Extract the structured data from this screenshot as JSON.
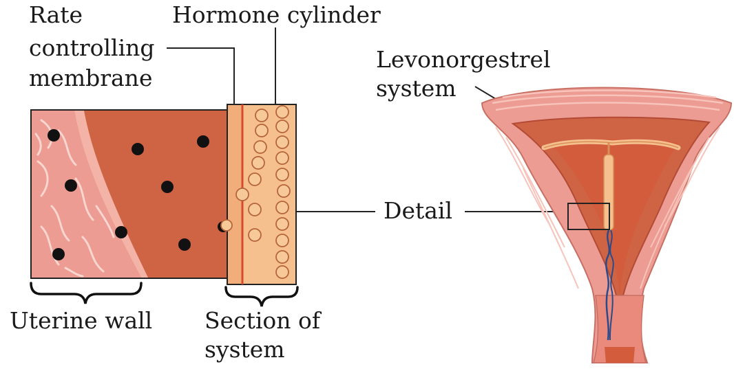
{
  "labels": {
    "rate_line1": "Rate",
    "rate_line2": "controlling",
    "rate_line3": "membrane",
    "hormone": "Hormone cylinder",
    "levo_line1": "Levonorgestrel",
    "levo_line2": "system",
    "detail": "Detail",
    "uterine": "Uterine wall",
    "section_line1": "Section of",
    "section_line2": "system"
  },
  "colors": {
    "muscle": "#ec9c92",
    "muscle_streak": "#f7cbc2",
    "tissue": "#cf6445",
    "tissue_deep": "#d35c3d",
    "device": "#f5c08e",
    "device_edge": "#d98e57",
    "dot": "#111111",
    "line": "#222222"
  }
}
